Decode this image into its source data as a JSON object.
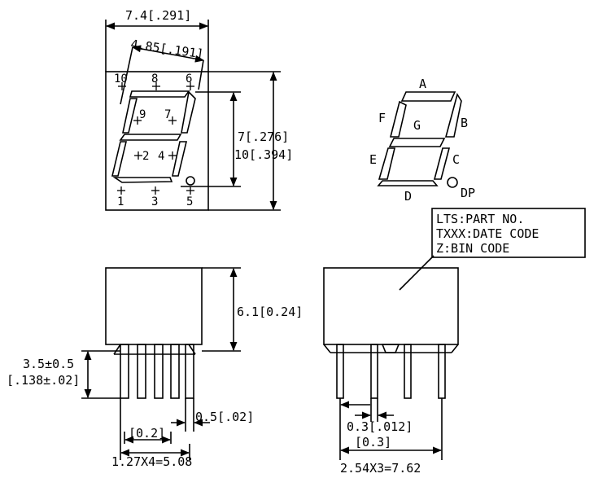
{
  "diagram": {
    "front_view": {
      "width_label": "7.4[.291]",
      "digit_width_label": "4.85[.191]",
      "digit_height_label": "7[.276]",
      "height_label": "10[.394]",
      "pins_top": [
        "10",
        "8",
        "6"
      ],
      "pins_bottom": [
        "1",
        "3",
        "5"
      ],
      "pins_inner": [
        "9",
        "7",
        "2",
        "4"
      ]
    },
    "segment_map": {
      "labels": [
        "A",
        "B",
        "C",
        "D",
        "E",
        "F",
        "G",
        "DP"
      ]
    },
    "legend": {
      "lines": [
        "LTS:PART NO.",
        "TXXX:DATE CODE",
        "Z:BIN CODE"
      ]
    },
    "side_view": {
      "body_height_label": "6.1[0.24]",
      "lead_length_label_1": "3.5±0.5",
      "lead_length_label_2": "[.138±.02]",
      "lead_width_label": "0.5[.02]",
      "pitch_small_label": "[0.2]",
      "pitch_total_label": "1.27X4=5.08"
    },
    "end_view": {
      "lead_thickness_label": "0.3[.012]",
      "lead_thickness_label_2": "[0.3]",
      "row_pitch_label": "2.54X3=7.62"
    }
  }
}
